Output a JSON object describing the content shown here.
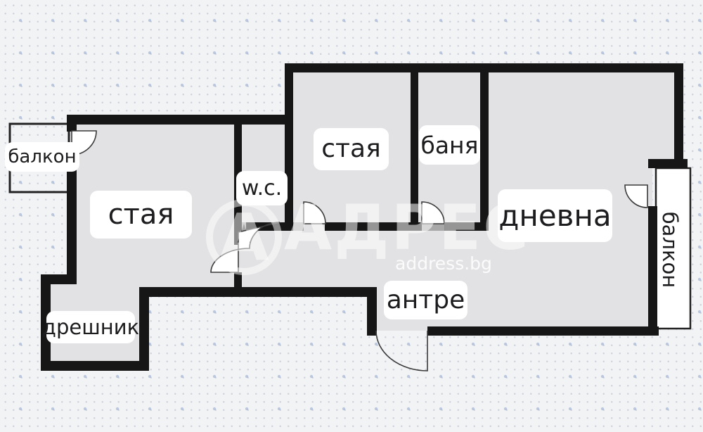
{
  "plan": {
    "labels": {
      "balcony_left": "балкон",
      "room_left": "стая",
      "wc": "w.c.",
      "room_middle": "стая",
      "bathroom": "баня",
      "living_room": "дневна",
      "hallway": "антре",
      "closet": "дрешник",
      "balcony_right": "балкон"
    }
  },
  "watermark": {
    "logo_letter": "А",
    "brand": "АДРЕС",
    "site": "address.bg"
  },
  "colors": {
    "wall": "#161616",
    "floor": "#e2e2e4",
    "threshold_gray": "#a8a8a8",
    "background": "#f2f3f5",
    "dot_blue": "#a9b9d6",
    "label_text": "#1d1d1f",
    "watermark_white": "rgba(255,255,255,0.55)"
  }
}
